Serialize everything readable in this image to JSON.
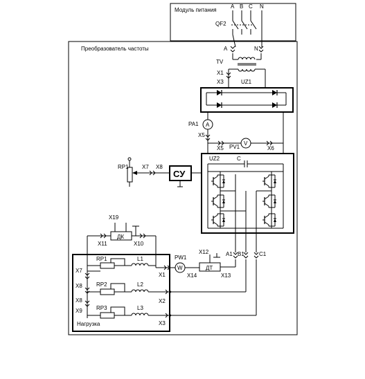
{
  "power_module": {
    "title": "Модуль питания",
    "phases": [
      "A",
      "B",
      "C",
      "N"
    ],
    "breaker": "QF2"
  },
  "converter": {
    "title": "Преобразователь частоты",
    "input_labels": [
      "A",
      "N"
    ],
    "transformer": "TV",
    "connectors": [
      "X1",
      "X3",
      "X5",
      "X6",
      "X7",
      "X8"
    ],
    "rectifier": "UZ1",
    "ammeter": {
      "ref": "PA1",
      "symbol": "A"
    },
    "voltmeter": {
      "ref": "PV1",
      "symbol": "V"
    },
    "inverter": "UZ2",
    "capacitor": "C",
    "control_unit": "СУ",
    "potentiometer": "RP1"
  },
  "outputs": {
    "labels": [
      "A1",
      "B1",
      "C1"
    ],
    "current_sensor": "ДТ",
    "sensor_connectors": [
      "X12",
      "X13",
      "X14"
    ],
    "wattmeter": {
      "ref": "PW1",
      "symbol": "W"
    }
  },
  "dk": {
    "label": "ДК",
    "connectors": [
      "X19",
      "X11",
      "X10"
    ]
  },
  "load": {
    "title": "Нагрузка",
    "left_connectors": [
      "X7",
      "X8",
      "X8",
      "X9"
    ],
    "branches": [
      {
        "resistor": "RP1",
        "inductor": "L1",
        "connector": "X1"
      },
      {
        "resistor": "RP2",
        "inductor": "L2",
        "connector": "X2"
      },
      {
        "resistor": "RP3",
        "inductor": "L3",
        "connector": "X3"
      }
    ]
  }
}
